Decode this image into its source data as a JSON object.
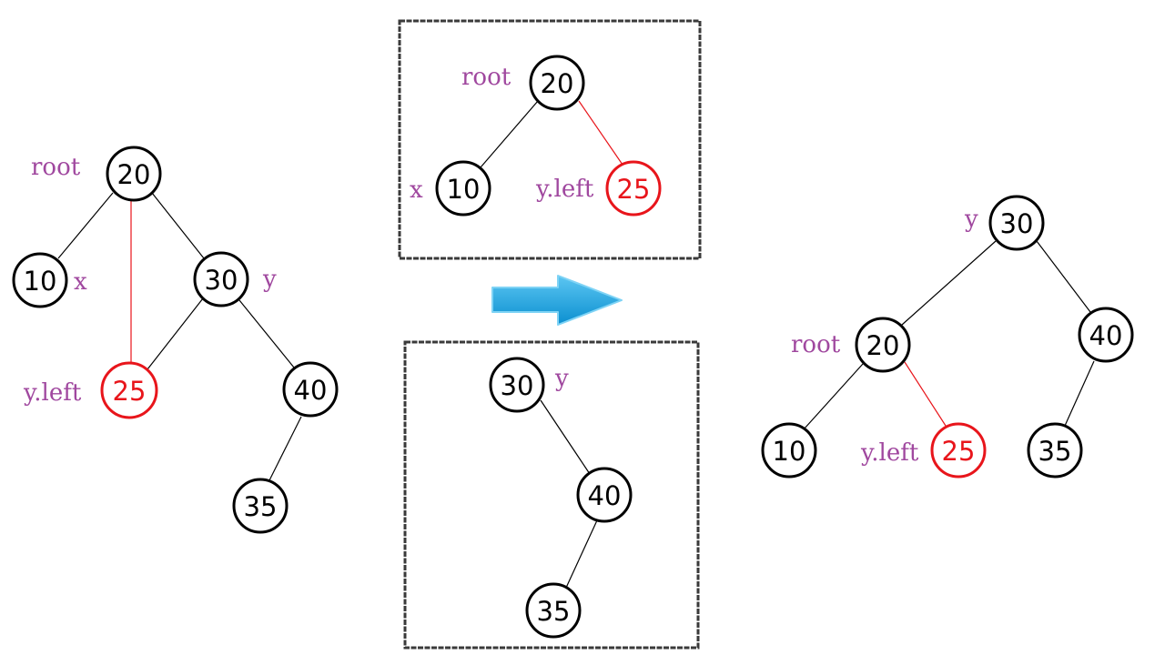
{
  "colors": {
    "node_stroke": "#000000",
    "highlight": "#e8151b",
    "label": "#a0489f",
    "frame": "#3a3a3a",
    "arrow": "#1aa3e0"
  },
  "left_tree": {
    "nodes": {
      "n20": "20",
      "n10": "10",
      "n30": "30",
      "n25": "25",
      "n40": "40",
      "n35": "35"
    },
    "labels": {
      "root": "root",
      "x": "x",
      "y": "y",
      "yleft": "y.left"
    }
  },
  "top_panel": {
    "nodes": {
      "n20": "20",
      "n10": "10",
      "n25": "25"
    },
    "labels": {
      "root": "root",
      "x": "x",
      "yleft": "y.left"
    }
  },
  "bottom_panel": {
    "nodes": {
      "n30": "30",
      "n40": "40",
      "n35": "35"
    },
    "labels": {
      "y": "y"
    }
  },
  "arrow_icon": "right-arrow-icon",
  "right_tree": {
    "nodes": {
      "n30": "30",
      "n20": "20",
      "n40": "40",
      "n10": "10",
      "n25": "25",
      "n35": "35"
    },
    "labels": {
      "y": "y",
      "root": "root",
      "yleft": "y.left"
    }
  }
}
